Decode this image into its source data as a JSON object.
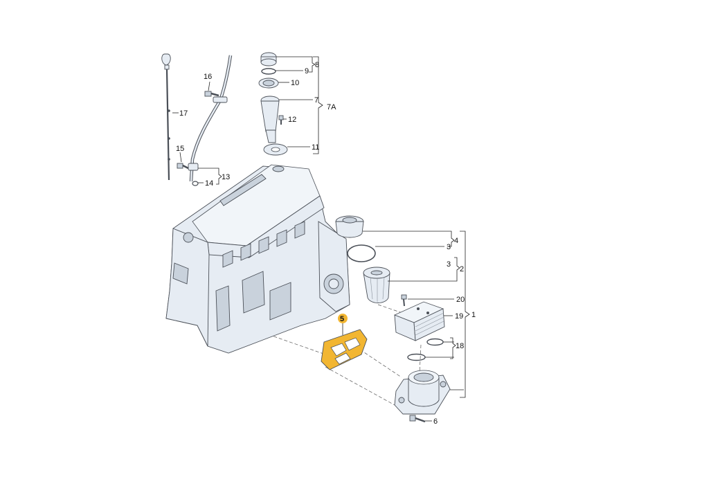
{
  "callouts": {
    "c1": "1",
    "c2": "2",
    "c3a": "3",
    "c3b": "3",
    "c4": "4",
    "c5": "5",
    "c6": "6",
    "c7": "7",
    "c7a": "7A",
    "c8": "8",
    "c9": "9",
    "c10": "10",
    "c11": "11",
    "c12": "12",
    "c13": "13",
    "c14": "14",
    "c15": "15",
    "c16": "16",
    "c17": "17",
    "c18": "18",
    "c19": "19",
    "c20": "20"
  },
  "colors": {
    "highlight": "#f2b632",
    "part_fill": "#e6ecf3",
    "outline": "#4a4f57"
  }
}
